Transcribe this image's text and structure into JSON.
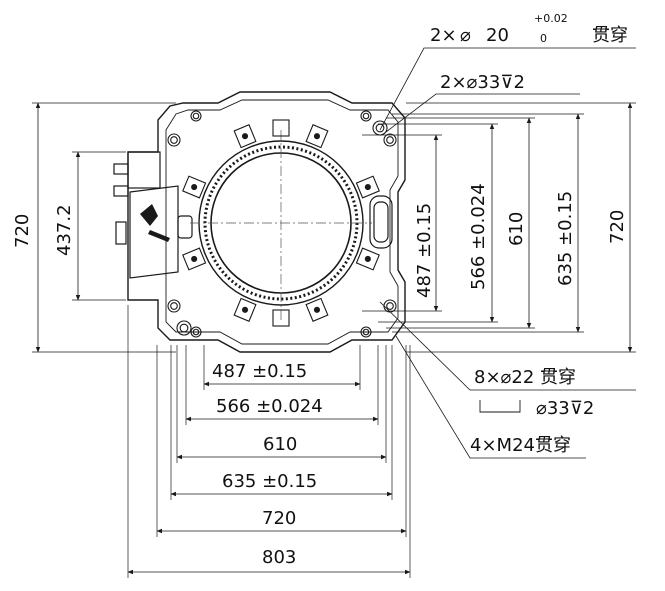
{
  "colors": {
    "line": "#1a1a1a",
    "light": "#555555",
    "background": "#ffffff"
  },
  "callouts": {
    "bore20": {
      "count": "2×",
      "symbol": "⌀",
      "size": "20",
      "tol_upper": "+0.02",
      "tol_lower": "0",
      "through": "贯穿"
    },
    "bore33_top": {
      "text": "2×⌀33⊽2"
    },
    "hole22": {
      "text": "8×⌀22 贯穿"
    },
    "counterbore": {
      "text": "⌀33⊽2"
    },
    "tap_m24": {
      "text": "4×M24贯穿"
    }
  },
  "horizontal_dims": {
    "d487": "487 ±0.15",
    "d566": "566 ±0.024",
    "d610": "610",
    "d635": "635 ±0.15",
    "d720": "720",
    "d803": "803"
  },
  "vertical_dims": {
    "d487": "487 ±0.15",
    "d566": "566 ±0.024",
    "d610": "610",
    "d635": "635 ±0.15",
    "d720_right": "720",
    "d720_left": "720",
    "d437": "437.2"
  },
  "icons": {
    "logo": "brand-logo-icon"
  }
}
